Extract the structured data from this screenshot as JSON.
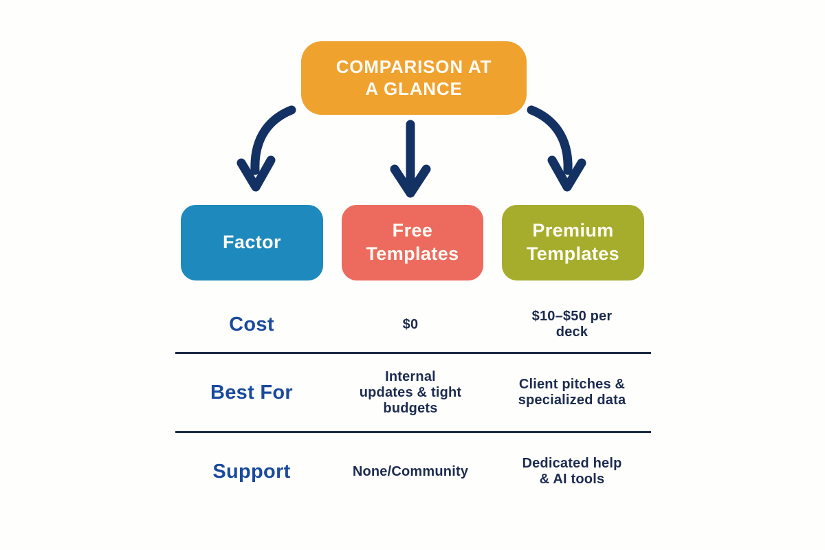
{
  "title_box": {
    "label": "COMPARISON AT\nA GLANCE",
    "bg_color": "#f0a22f"
  },
  "columns": [
    {
      "id": "factor",
      "label": "Factor",
      "bg_color": "#1e89bc"
    },
    {
      "id": "free",
      "label": "Free\nTemplates",
      "bg_color": "#ed6b5e"
    },
    {
      "id": "premium",
      "label": "Premium\nTemplates",
      "bg_color": "#a6ad2c"
    }
  ],
  "rows": [
    {
      "factor": "Cost",
      "free": "$0",
      "premium": "$10–$50 per\ndeck"
    },
    {
      "factor": "Best For",
      "free": "Internal\nupdates & tight\nbudgets",
      "premium": "Client pitches &\nspecialized data"
    },
    {
      "factor": "Support",
      "free": "None/Community",
      "premium": "Dedicated help\n& AI tools"
    }
  ],
  "icons": [
    "curved-arrow-down-left-icon",
    "straight-arrow-down-icon",
    "curved-arrow-down-right-icon"
  ],
  "colors": {
    "arrow": "#133162",
    "row_label_text": "#1a4a9d",
    "cell_text": "#1c2b4f",
    "divider": "#1c2b45",
    "box_text": "#fdfbf5",
    "background": "#fefefc"
  }
}
